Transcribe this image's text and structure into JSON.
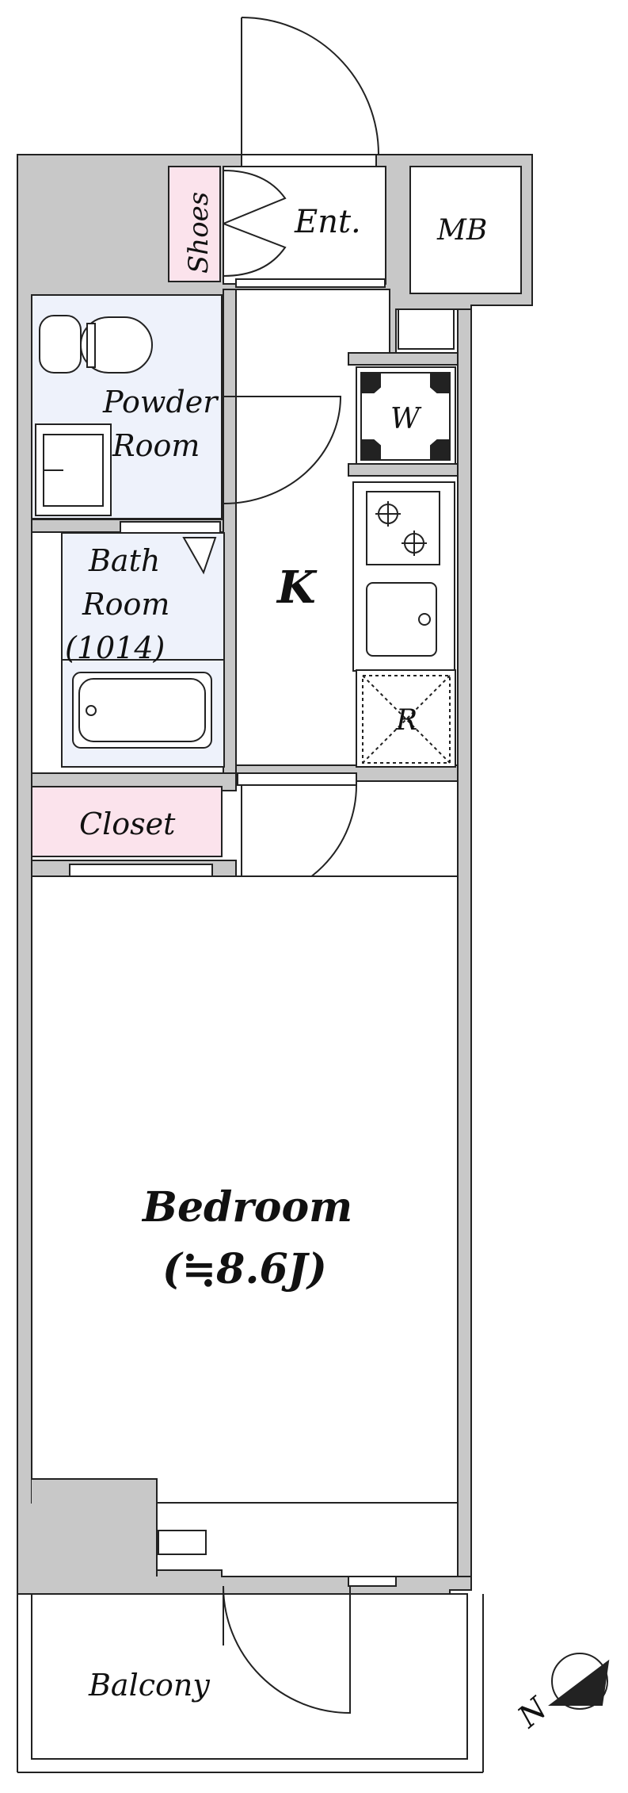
{
  "rooms": {
    "shoes": "Shoes",
    "entrance": "Ent.",
    "meter_box": "MB",
    "powder_line1": "Powder",
    "powder_line2": "Room",
    "washer": "W",
    "bath_line1": "Bath",
    "bath_line2": "Room",
    "bath_line3": "(1014)",
    "kitchen": "K",
    "refrigerator": "R",
    "closet": "Closet",
    "bedroom_line1": "Bedroom",
    "bedroom_line2": "(≒8.6J)",
    "balcony": "Balcony"
  },
  "compass": {
    "north": "N"
  },
  "colors": {
    "wall": "#c8c8c8",
    "storage": "#fbe3ec",
    "wet_area": "#eef2fb",
    "line": "#222222"
  }
}
